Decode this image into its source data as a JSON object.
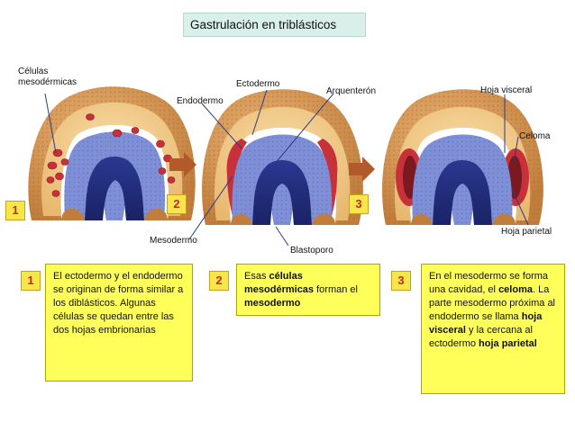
{
  "title": "Gastrulación en triblásticos",
  "labels": {
    "celulas_mesodermicas": [
      "Células",
      "mesodérmicas"
    ],
    "endodermo": "Endodermo",
    "ectodermo": "Ectodermo",
    "arquenteron": "Arquenterón",
    "mesodermo": "Mesodermo",
    "blastoporo": "Blastoporo",
    "hoja_visceral": "Hoja visceral",
    "celoma": "Celoma",
    "hoja_parietal": "Hoja parietal"
  },
  "steps": [
    {
      "number": "1",
      "text_parts": [
        {
          "t": "El ectodermo y el endodermo se originan de forma similar a los diblásticos. Algunas células se quedan entre las dos hojas embrionarias",
          "bold": false
        }
      ]
    },
    {
      "number": "2",
      "text_parts": [
        {
          "t": "Esas ",
          "bold": false
        },
        {
          "t": "células mesodérmicas",
          "bold": true
        },
        {
          "t": " forman el ",
          "bold": false
        },
        {
          "t": "mesodermo",
          "bold": true
        }
      ]
    },
    {
      "number": "3",
      "text_parts": [
        {
          "t": "En el mesodermo se forma una cavidad, el ",
          "bold": false
        },
        {
          "t": "celoma",
          "bold": true
        },
        {
          "t": ". La parte mesodermo próxima al endodermo se llama ",
          "bold": false
        },
        {
          "t": "hoja visceral",
          "bold": true
        },
        {
          "t": " y la cercana al ectodermo ",
          "bold": false
        },
        {
          "t": "hoja parietal",
          "bold": true
        }
      ]
    }
  ],
  "colors": {
    "ectoderm": "#d99a52",
    "ectoderm_dark": "#a86a2c",
    "blastocoel": "#f1cf8e",
    "endoderm": "#7f8fd6",
    "archenteron": "#24317e",
    "mesoderm": "#c8303a",
    "coelom": "#7a1a20",
    "arrow": "#b25a2c",
    "badge": "#f7e64a",
    "badge_text": "#c02a2a",
    "desc_bg": "#ffff59",
    "title_bg": "#d9f0ea"
  }
}
